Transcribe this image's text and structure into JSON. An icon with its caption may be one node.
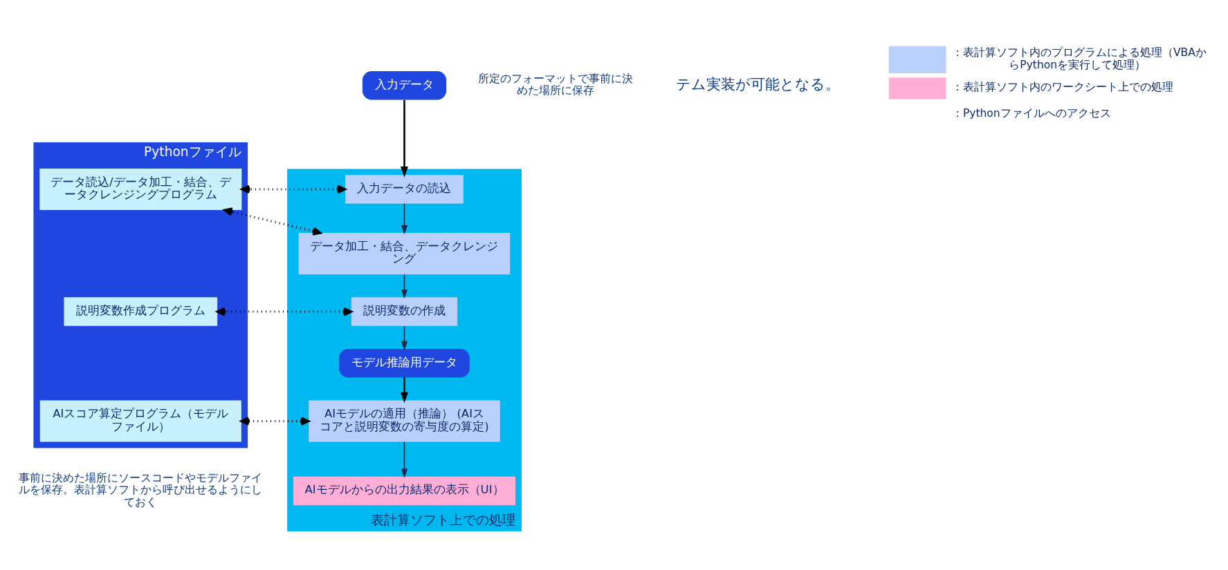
{
  "diagram": {
    "nodes": [
      {
        "text": [
          "入力データ"
        ],
        "beside": [
          "所定のフォーマットで事前に決めた場所に保存"
        ]
      },
      {
        "text": [
          "表計算ソフト上での処理"
        ]
      },
      {
        "text": [
          "入力データの読込"
        ],
        "in": 1
      },
      {
        "text": [
          "データ加工・結合、データクレンジング"
        ],
        "in": 1
      },
      {
        "text": [
          "説明変数の作成"
        ],
        "in": 1
      },
      {
        "text": [
          "モデル推論用データ"
        ],
        "in": 1
      },
      {
        "text": [
          "AIモデルの適用（推論） (AIスコアと説明変数の寄与度の算定)"
        ],
        "in": 1
      },
      {
        "text": [
          "AIモデルからの出力結果の表示（UI）"
        ],
        "in": 1
      },
      {
        "text": [
          "Pythonファイル"
        ],
        "beside": [
          "事前に決めた場所にソースコードやモデルファイルを保存。表計算ソフトから呼び出せるようにしておく"
        ]
      },
      {
        "text": [
          "データ読込/データ加工・結合、データクレンジングプログラム"
        ],
        "in": 8
      },
      {
        "text": [
          "説明変数作成プログラム"
        ],
        "in": 8
      },
      {
        "text": [
          "AIスコア算定プログラム（モデルファイル）"
        ],
        "in": 8
      }
    ],
    "edges": [
      {
        "from": 0,
        "to": 2,
        "arrow": "to",
        "color": "#000000"
      },
      {
        "from": 2,
        "to": 9,
        "arrow": "both",
        "style": "dashed"
      },
      {
        "from": 3,
        "to": 9,
        "arrow": "both",
        "style": "dashed"
      },
      {
        "from": 2,
        "to": 3,
        "arrow": "to"
      },
      {
        "from": 3,
        "to": 4,
        "arrow": "to"
      },
      {
        "from": 4,
        "to": 10,
        "arrow": "both",
        "style": "dashed"
      },
      {
        "from": 4,
        "to": 5,
        "arrow": "to"
      },
      {
        "from": 5,
        "to": 6,
        "arrow": "to",
        "color": "#000000"
      },
      {
        "from": 6,
        "to": 7,
        "arrow": "to"
      },
      {
        "from": 6,
        "to": 11,
        "arrow": "both",
        "style": "dashed"
      }
    ],
    "labels": [
      "テム実装が可能となる。"
    ],
    "legend": [
      {
        "text": "：表計算ソフト内のプログラムによる処理（VBAからPythonを実行して処理）",
        "color": "#b8d0fb"
      },
      {
        "text": "：表計算ソフト内のワークシート上での処理",
        "color": "#ffaed6"
      },
      {
        "text": "：Pythonファイルへのアクセス"
      }
    ]
  }
}
